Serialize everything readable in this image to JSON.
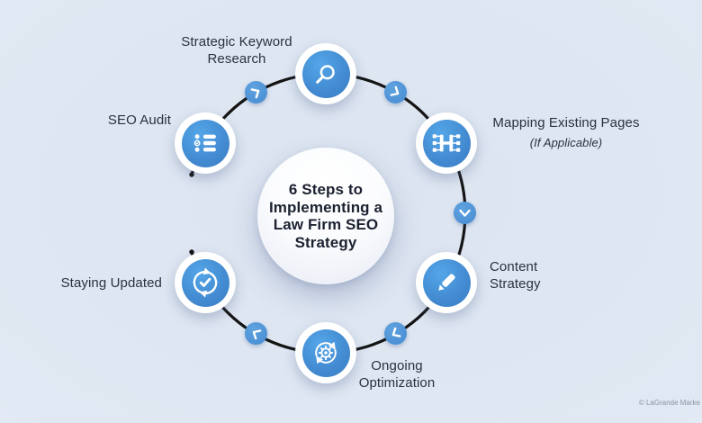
{
  "center": {
    "title": "6 Steps to\nImplementing a\nLaw Firm SEO\nStrategy"
  },
  "steps": [
    {
      "id": "seo-audit",
      "label": "SEO Audit",
      "icon": "checklist-icon"
    },
    {
      "id": "strategic-keyword-research",
      "label": "Strategic Keyword\nResearch",
      "icon": "magnifier-icon"
    },
    {
      "id": "mapping-existing-pages",
      "label": "Mapping Existing Pages",
      "sublabel": "(If Applicable)",
      "icon": "sitemap-icon"
    },
    {
      "id": "content-strategy",
      "label": "Content\nStrategy",
      "icon": "pencil-icon"
    },
    {
      "id": "ongoing-optimization",
      "label": "Ongoing\nOptimization",
      "icon": "gear-refresh-icon"
    },
    {
      "id": "staying-updated",
      "label": "Staying Updated",
      "icon": "sync-check-icon"
    }
  ],
  "connectors": {
    "icon": "chevron-icon",
    "count": 5
  },
  "footer": {
    "credit": "© LaGrande Marke"
  },
  "colors": {
    "icon_blue": "#4289d0",
    "connector_blue": "#4d92d6",
    "line_black": "#141414",
    "title_text": "#1b2130",
    "label_text": "#2a3140",
    "credit_text": "#8e93a0"
  }
}
